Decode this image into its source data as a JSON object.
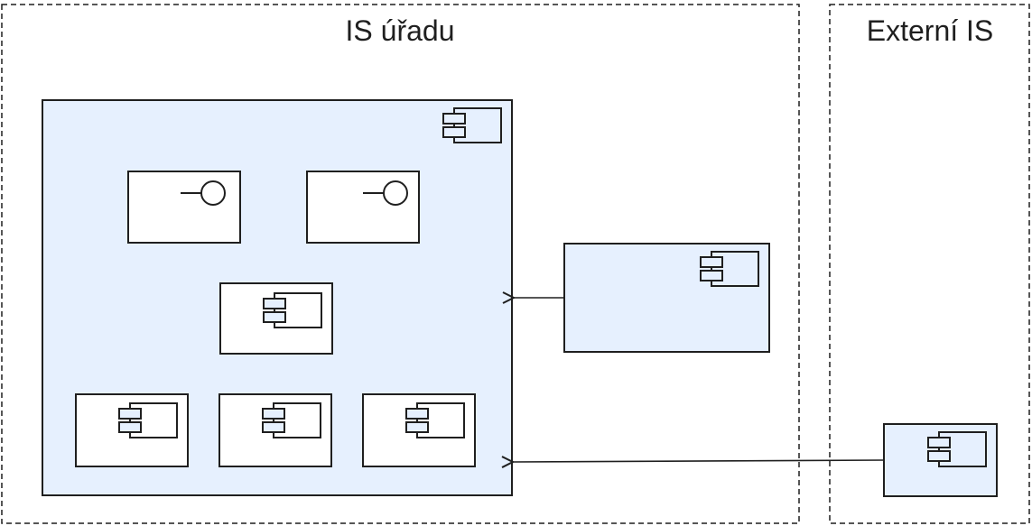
{
  "zones": [
    {
      "id": "urad",
      "title": "IS úřadu"
    },
    {
      "id": "externi",
      "title": "Externí IS"
    }
  ],
  "colors": {
    "component_fill": "#e6f0fe",
    "stroke": "#1f1f1f"
  }
}
